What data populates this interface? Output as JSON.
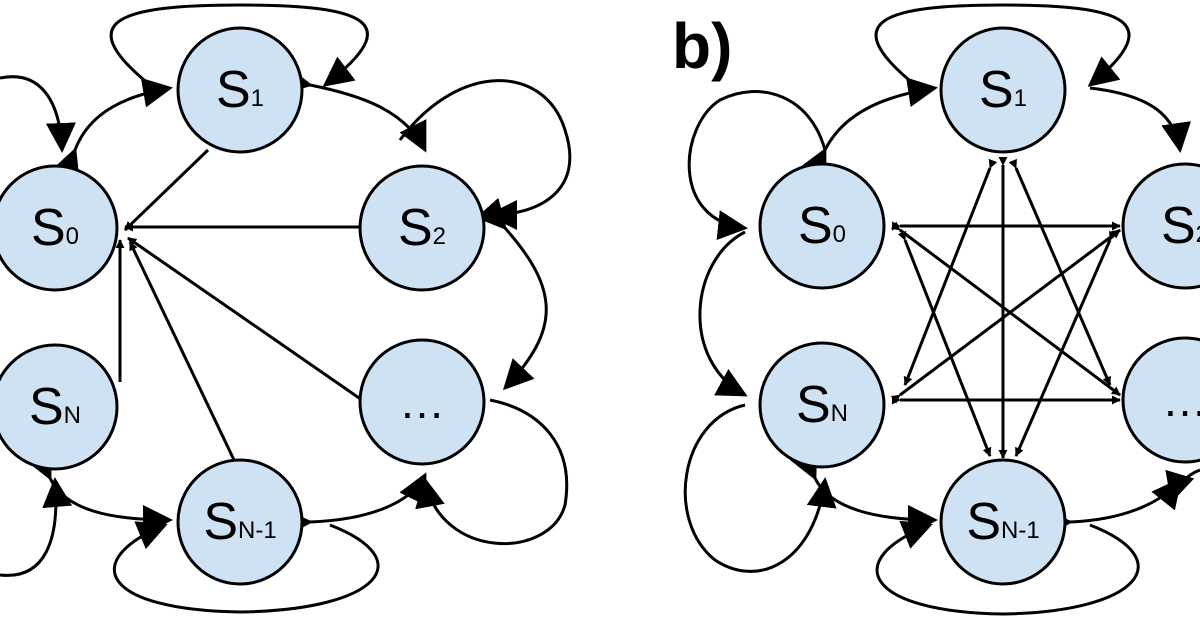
{
  "colors": {
    "node_fill": "#cfe2f3",
    "stroke": "#000000",
    "background": "#ffffff"
  },
  "panel_b": {
    "label": "b)"
  },
  "nodes": {
    "s0": {
      "main": "S",
      "sub": "0"
    },
    "s1": {
      "main": "S",
      "sub": "1"
    },
    "s2": {
      "main": "S",
      "sub": "2"
    },
    "sn": {
      "main": "S",
      "sub": "N"
    },
    "sn1": {
      "main": "S",
      "sub": "N-1"
    },
    "dots": {
      "main": "…",
      "sub": ""
    }
  }
}
